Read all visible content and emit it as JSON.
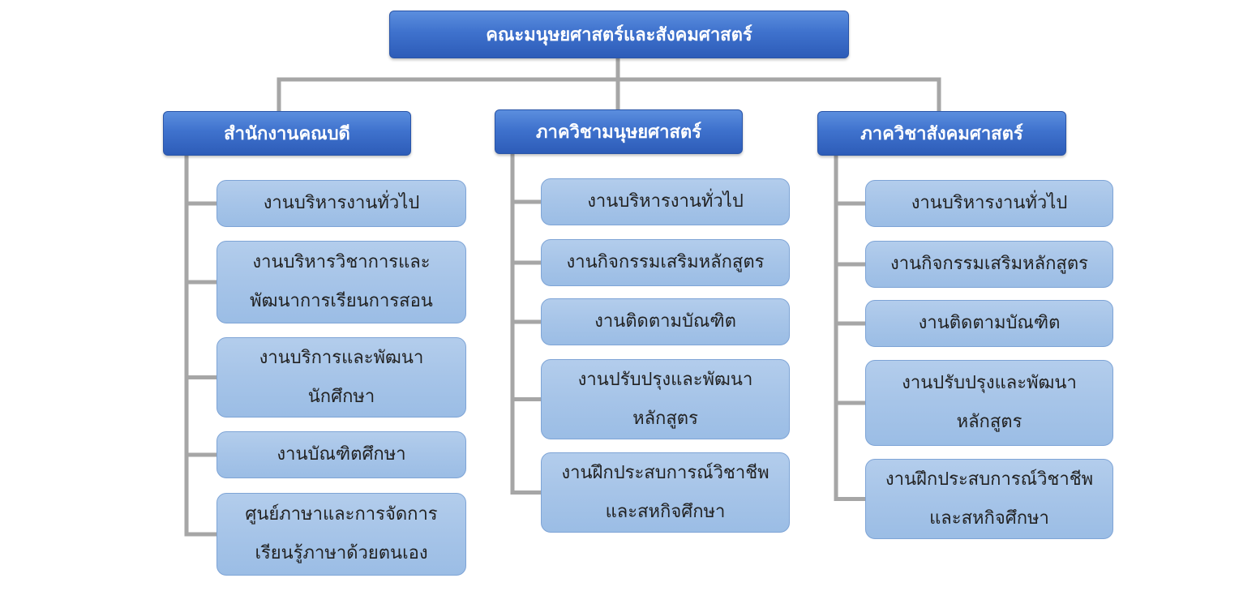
{
  "root": {
    "label": "คณะมนุษยศาสตร์และสังคมศาสตร์"
  },
  "colors": {
    "header_fill": "#3f72cd",
    "child_fill": "#a6c4e8",
    "connector": "#a6a6a6",
    "header_text": "#ffffff",
    "child_text": "#222222"
  },
  "departments": [
    {
      "label": "สำนักงานคณบดี",
      "children": [
        "งานบริหารงานทั่วไป",
        "งานบริหารวิชาการและ\nพัฒนาการเรียนการสอน",
        "งานบริการและพัฒนา\nนักศึกษา",
        "งานบัณฑิตศึกษา",
        "ศูนย์ภาษาและการจัดการ\nเรียนรู้ภาษาด้วยตนเอง"
      ]
    },
    {
      "label": "ภาควิชามนุษยศาสตร์",
      "children": [
        "งานบริหารงานทั่วไป",
        "งานกิจกรรมเสริมหลักสูตร",
        "งานติดตามบัณฑิต",
        "งานปรับปรุงและพัฒนา\nหลักสูตร",
        "งานฝึกประสบการณ์วิชาชีพ\nและสหกิจศึกษา"
      ]
    },
    {
      "label": "ภาควิชาสังคมศาสตร์",
      "children": [
        "งานบริหารงานทั่วไป",
        "งานกิจกรรมเสริมหลักสูตร",
        "งานติดตามบัณฑิต",
        "งานปรับปรุงและพัฒนา\nหลักสูตร",
        "งานฝึกประสบการณ์วิชาชีพ\nและสหกิจศึกษา"
      ]
    }
  ]
}
